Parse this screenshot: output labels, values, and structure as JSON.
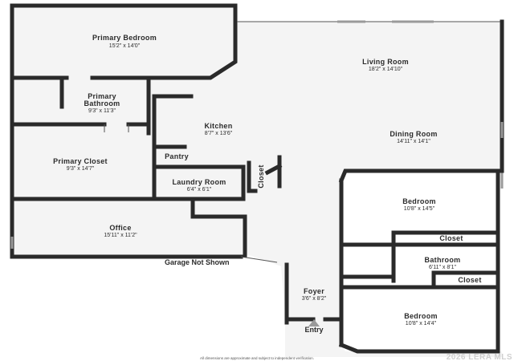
{
  "rooms": {
    "primary_bedroom": {
      "name": "Primary Bedroom",
      "dims": "15'2\" x 14'0\""
    },
    "primary_bathroom": {
      "name_line1": "Primary",
      "name_line2": "Bathroom",
      "dims": "9'3\" x 11'3\""
    },
    "primary_closet": {
      "name": "Primary Closet",
      "dims": "9'3\" x 14'7\""
    },
    "kitchen": {
      "name": "Kitchen",
      "dims": "8'7\" x 13'6\""
    },
    "pantry": {
      "name": "Pantry"
    },
    "laundry_room": {
      "name": "Laundry Room",
      "dims": "6'4\" x 6'1\""
    },
    "closet_vertical": {
      "name": "Closet"
    },
    "office": {
      "name": "Office",
      "dims": "15'11\" x 11'2\""
    },
    "living_room": {
      "name": "Living Room",
      "dims": "18'2\" x 14'10\""
    },
    "dining_room": {
      "name": "Dining Room",
      "dims": "14'11\" x 14'1\""
    },
    "bedroom_upper": {
      "name": "Bedroom",
      "dims": "10'8\" x 14'5\""
    },
    "closet_upper": {
      "name": "Closet"
    },
    "bathroom": {
      "name": "Bathroom",
      "dims": "6'11\" x 8'1\""
    },
    "closet_lower": {
      "name": "Closet"
    },
    "foyer": {
      "name": "Foyer",
      "dims": "3'6\" x 8'2\""
    },
    "bedroom_lower": {
      "name": "Bedroom",
      "dims": "10'8\" x 14'4\""
    }
  },
  "labels": {
    "garage": "Garage Not Shown",
    "entry": "Entry",
    "disclaimer": "All dimensions are approximate and subject to independent verification.",
    "watermark": "2026 LERA MLS"
  },
  "colors": {
    "wall": "#2a2a2a",
    "floor": "#f4f4f4",
    "entry_arrow": "#9a9a9a"
  }
}
